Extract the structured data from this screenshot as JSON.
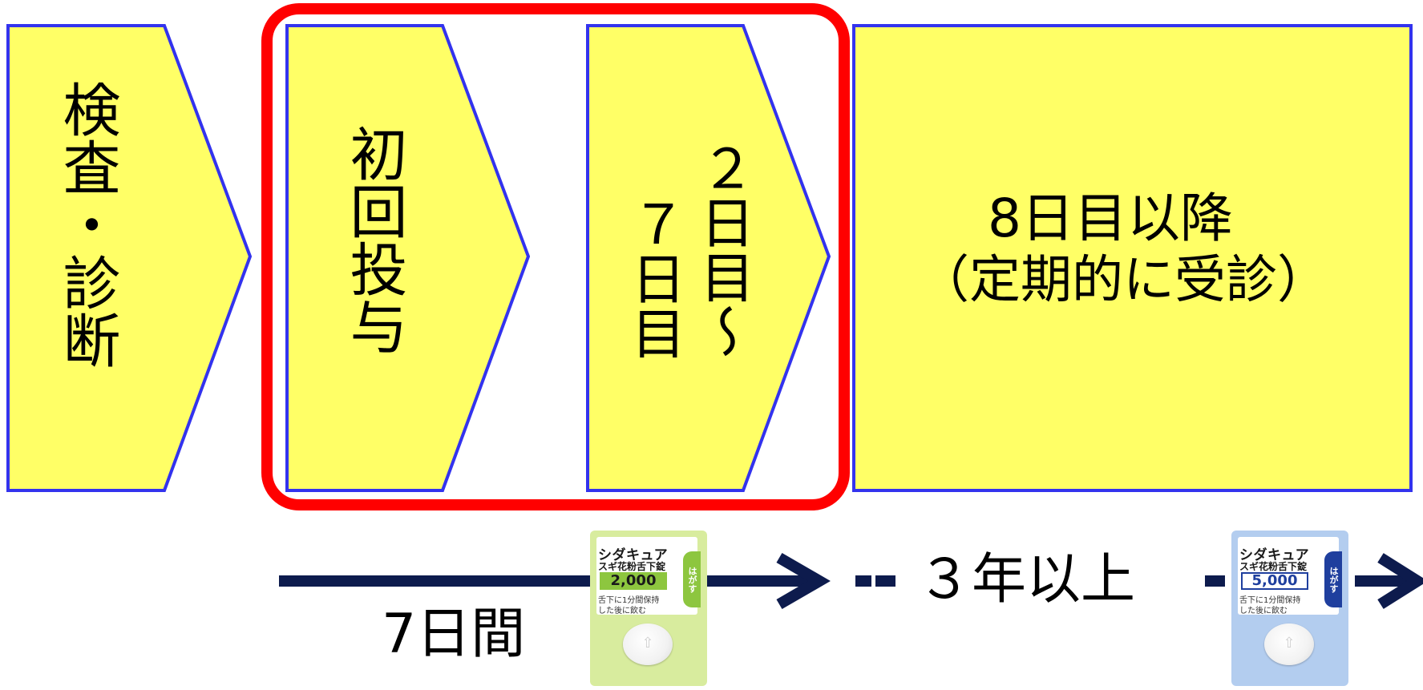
{
  "steps": {
    "exam": "検査・診断",
    "first_dose": "初回投与",
    "day2_col_a": "２日目～",
    "day2_col_b": "７日目",
    "day8_line1": "8日目以降",
    "day8_line2": "（定期的に受診）"
  },
  "timeline": {
    "seven_days": "7日間",
    "three_years": "３年以上"
  },
  "packages": {
    "low_dose": {
      "name": "シダキュア",
      "subtitle": "スギ花粉舌下錠",
      "dose": "2,000",
      "note_line1": "舌下に1分間保持",
      "note_line2": "した後に飲む",
      "tab": "はがす"
    },
    "high_dose": {
      "name": "シダキュア",
      "subtitle": "スギ花粉舌下錠",
      "dose": "5,000",
      "note_line1": "舌下に1分間保持",
      "note_line2": "した後に飲む",
      "tab": "はがす"
    }
  },
  "colors": {
    "step_fill": "#ffff66",
    "step_border": "#3333ee",
    "highlight_border": "#ff0000",
    "arrow": "#0d1b4d",
    "low_dose_bg": "#d8ec9e",
    "low_dose_accent": "#8dc63f",
    "high_dose_bg": "#b3cdef",
    "high_dose_accent": "#1f3f9e"
  }
}
